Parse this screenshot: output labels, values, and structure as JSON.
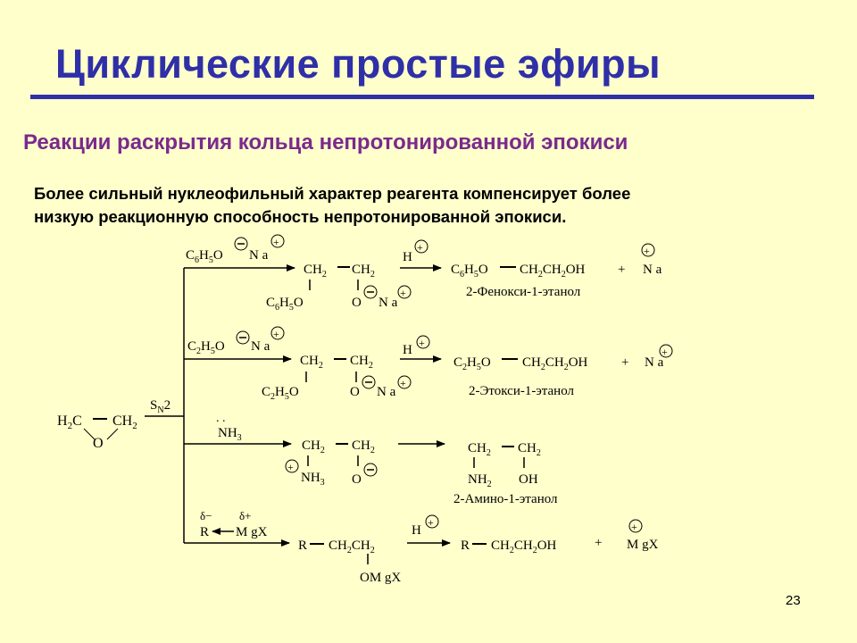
{
  "slide": {
    "title": "Циклические простые эфиры",
    "subtitle": "Реакции раскрытия кольца непротонированной эпокиси",
    "intro_line1": "Более сильный нуклеофильный характер реагента компенсирует более",
    "intro_line2": "низкую реакционную способность непротонированной эпокиси.",
    "page_number": "23"
  },
  "scheme": {
    "epoxide": {
      "left": "H",
      "left_sub": "2",
      "left_tail": "C",
      "right": "CH",
      "right_sub": "2",
      "oxygen": "O"
    },
    "mechanism_label": "S",
    "mechanism_sub": "N",
    "mechanism_tail": "2",
    "reactions": [
      {
        "reagent": "C6H5O⊖ Na⊕",
        "intermediate_top": "CH2 — CH2",
        "intermediate_left": "C6H5O",
        "intermediate_right": "O⊖ Na⊕",
        "acid": "H⊕",
        "product": "C6H5O — CH2CH2OH + Na⊕",
        "product_name": "2-Фенокси-1-этанол"
      },
      {
        "reagent": "C2H5O⊖ Na⊕",
        "intermediate_top": "CH2 — CH2",
        "intermediate_left": "C2H5O",
        "intermediate_right": "O⊖ Na⊕",
        "acid": "H⊕",
        "product": "C2H5O — CH2CH2OH + Na⊕",
        "product_name": "2-Этокси-1-этанол"
      },
      {
        "reagent": "NH3",
        "intermediate_top": "CH2 — CH2",
        "intermediate_left": "⊕NH3",
        "intermediate_right": "O⊖",
        "product_top": "CH2 — CH2",
        "product_left": "NH2",
        "product_right": "OH",
        "product_name": "2-Амино-1-этанол"
      },
      {
        "reagent": "R ← MgX",
        "reagent_delta_minus": "δ−",
        "reagent_delta_plus": "δ+",
        "intermediate": "R — CH2CH2",
        "intermediate_bottom": "OMgX",
        "acid": "H⊕",
        "product": "R — CH2CH2OH + MgX⊕"
      }
    ]
  }
}
